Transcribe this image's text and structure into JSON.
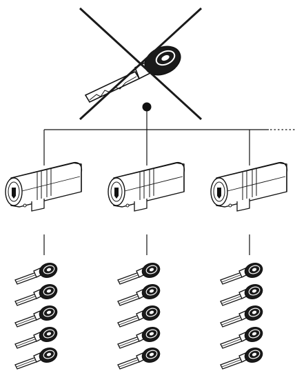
{
  "diagram": {
    "master_key": {
      "icon": "master-key-icon",
      "crossed_out": true
    },
    "junction": {
      "icon": "junction-dot"
    },
    "branch_continues": true,
    "groups": [
      {
        "cylinder_icon": "euro-cylinder-lock-icon",
        "key_count": 5,
        "key_icon": "key-icon"
      },
      {
        "cylinder_icon": "euro-cylinder-lock-icon",
        "key_count": 5,
        "key_icon": "key-icon"
      },
      {
        "cylinder_icon": "euro-cylinder-lock-icon",
        "key_count": 5,
        "key_icon": "key-icon"
      }
    ],
    "colors": {
      "stroke": "#111111",
      "fill": "#ffffff",
      "key_head": "#1a1a1a",
      "cross": "#1a1a1a"
    }
  }
}
